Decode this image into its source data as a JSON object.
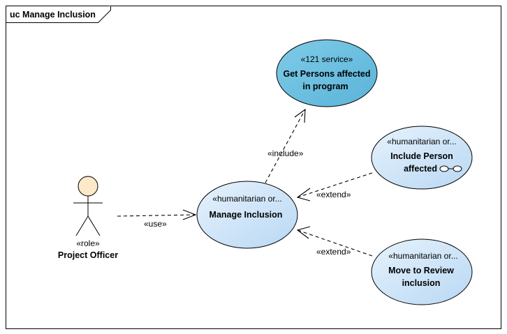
{
  "frame": {
    "title": "uc Manage Inclusion"
  },
  "actor": {
    "stereotype": "«role»",
    "name": "Project Officer"
  },
  "use_cases": {
    "get_persons": {
      "stereotype": "«121 service»",
      "name_line1": "Get Persons affected",
      "name_line2": "in program",
      "fill": "#6bbfdf"
    },
    "manage_inclusion": {
      "stereotype": "«humanitarian or...",
      "name": "Manage Inclusion",
      "fill": "#c6e1f7"
    },
    "include_person": {
      "stereotype": "«humanitarian or...",
      "name_line1": "Include Person",
      "name_line2": "affected",
      "fill": "#c6e1f7"
    },
    "move_to_review": {
      "stereotype": "«humanitarian or...",
      "name_line1": "Move to Review",
      "name_line2": "inclusion",
      "fill": "#c6e1f7"
    }
  },
  "connectors": {
    "use_label": "«use»",
    "include_label": "«include»",
    "extend_label_1": "«extend»",
    "extend_label_2": "«extend»"
  },
  "colors": {
    "actor_head": "#fde9c8",
    "frame_border": "#000000"
  }
}
